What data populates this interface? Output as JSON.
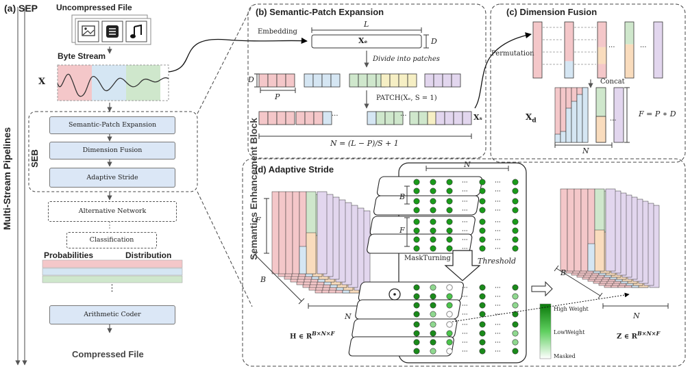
{
  "panel_a": {
    "label": "(a) SEP",
    "side_label": "Multi-Stream Pipelines",
    "uncompressed": "Uncompressed File",
    "byte_stream": "Byte Stream",
    "x_symbol": "X",
    "seb_label": "SEB",
    "seb_items": [
      "Semantic-Patch Expansion",
      "Dimension Fusion",
      "Adaptive Stride"
    ],
    "alt_network": "Alternative Network",
    "classification": "Classification",
    "probabilities": "Probabilities",
    "distribution": "Distribution",
    "dots": "⋮",
    "arith_coder": "Arithmetic Coder",
    "compressed": "Compressed File",
    "colors": {
      "pink": "#f4c7c9",
      "blue": "#d5e6f3",
      "green": "#cfe7cc",
      "seb_fill": "#dbe7f6"
    }
  },
  "side_block": "Semantics Enhancement Block",
  "panel_b": {
    "label": "(b) Semantic-Patch Expansion",
    "embedding": "Embedding",
    "L": "L",
    "D": "D",
    "xe": "Xₑ",
    "divide": "Divide into patches",
    "P": "P",
    "patch_fn": "PATCH(Xₑ, S = 1)",
    "xs": "Xₛ",
    "dots": "···",
    "N_formula": "N = (L − P)/S + 1"
  },
  "panel_c": {
    "label": "(c) Dimension Fusion",
    "permutation": "Permutation",
    "concat": "Concat",
    "xd": "X_d",
    "F_formula": "F = P ∗ D",
    "N": "N",
    "dots": "···"
  },
  "panel_d": {
    "label": "(d) Adaptive Stride",
    "F": "F",
    "B": "B",
    "N": "N",
    "H_formula": "H ∈ R^{B×N×F}",
    "mask_turning": "MaskTurning",
    "threshold": "Threshold",
    "odot": "⊙",
    "legend_high": "High Weight",
    "legend_low": "LowWeight",
    "legend_masked": "Masked",
    "Z_formula": "Z ∈ R^{B×N×F}",
    "dots": "···",
    "colors": {
      "high": "#1a8a1a",
      "low": "#7ed67e",
      "masked": "#ffffff"
    }
  }
}
